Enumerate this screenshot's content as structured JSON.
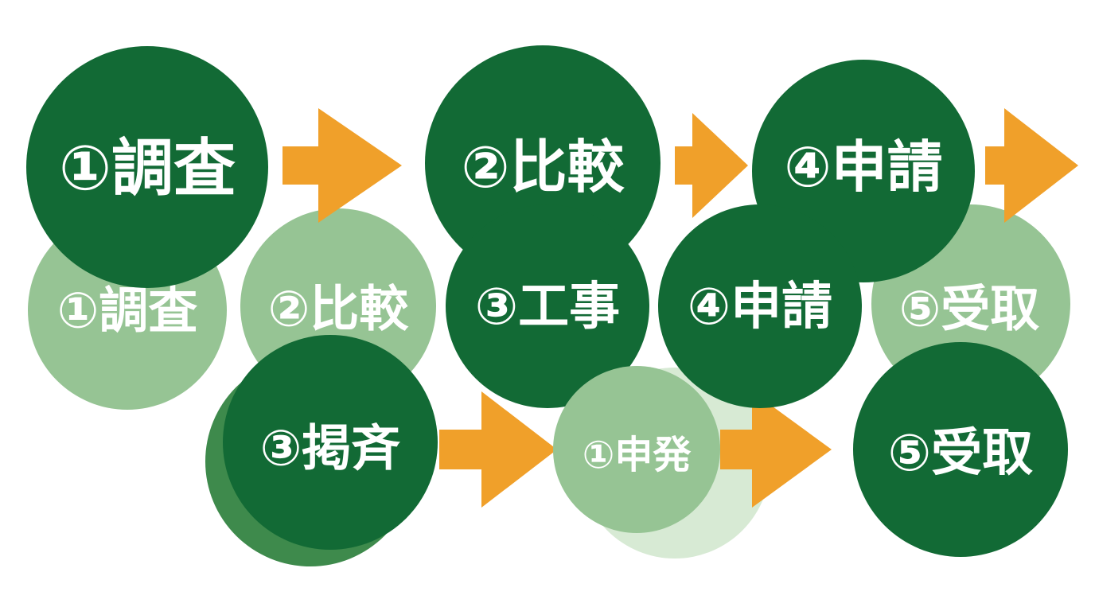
{
  "palette": {
    "dark_green": "#126a35",
    "mid_green": "#3e8a4c",
    "light_green": "#96c494",
    "pale_green": "#d7ead4",
    "arrow_orange": "#f0a02a",
    "label_color": "#ffffff"
  },
  "arrows": {
    "color": "#f0a02a",
    "direction": "right"
  },
  "pale_background_circle": {
    "color": "#d7ead4"
  },
  "faded_row": {
    "color": "#96c494",
    "steps": [
      {
        "label": "①調査"
      },
      {
        "label": "②比較"
      }
    ]
  },
  "top_row": {
    "color": "#126a35",
    "steps": [
      {
        "label": "①調査"
      },
      {
        "label": "②比較"
      },
      {
        "label": "④申請"
      }
    ]
  },
  "middle_row": {
    "color": "#126a35",
    "steps": [
      {
        "label": "③工事"
      },
      {
        "label": "④申請"
      }
    ]
  },
  "faded_end": {
    "color": "#96c494",
    "label": "⑤受取"
  },
  "bottom_row": {
    "shadow_color": "#3e8a4c",
    "steps": [
      {
        "label": "③掲斉",
        "color": "#126a35"
      },
      {
        "label": "①申発",
        "color": "#96c494"
      },
      {
        "label": "⑤受取",
        "color": "#126a35"
      }
    ]
  }
}
